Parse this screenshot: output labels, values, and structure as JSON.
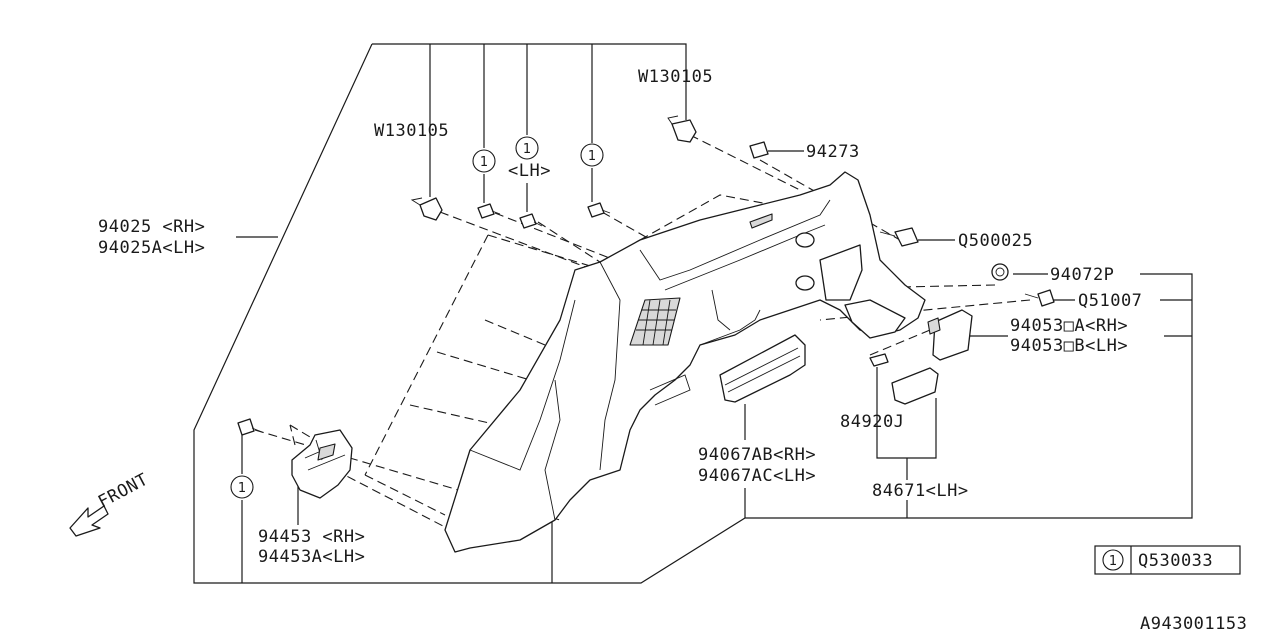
{
  "labels": {
    "w130105_top": "W130105",
    "w130105_left": "W130105",
    "p94273": "94273",
    "q500025": "Q500025",
    "p94072p": "94072P",
    "q51007": "Q51007",
    "p94053a": "94053□A<RH>",
    "p94053b": "94053□B<LH>",
    "p94025_rh": "94025 <RH>",
    "p94025a_lh": "94025A<LH>",
    "lh_note": "<LH>",
    "p84920j": "84920J",
    "p94067ab": "94067AB<RH>",
    "p94067ac": "94067AC<LH>",
    "p84671": "84671<LH>",
    "p94453_rh": "94453 <RH>",
    "p94453a_lh": "94453A<LH>",
    "front": "FRONT",
    "legend_part": "Q530033",
    "diagram_id": "A943001153"
  },
  "callout_number": "1"
}
